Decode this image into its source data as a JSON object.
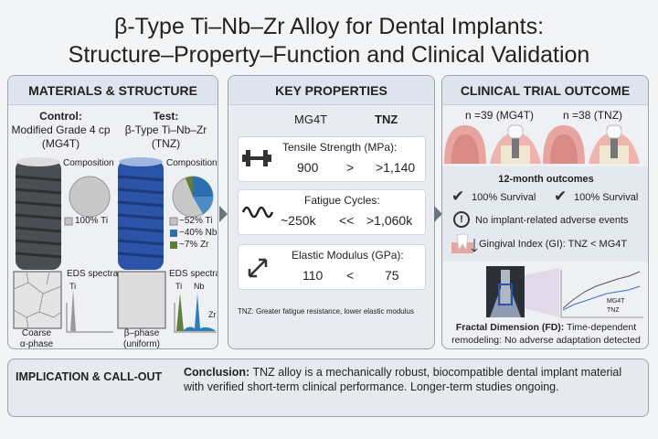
{
  "title": {
    "line1": "β-Type Ti–Nb–Zr Alloy for Dental Implants:",
    "line2": "Structure–Property–Function and Clinical Validation"
  },
  "materials": {
    "header": "MATERIALS & STRUCTURE",
    "control": {
      "label": "Control:",
      "name": "Modified Grade 4 cp",
      "abbr": "(MG4T)",
      "composition_title": "Composition",
      "legend": [
        "100% Ti"
      ],
      "eds_title": "EDS spectra",
      "peaks": [
        "Ti"
      ],
      "phase1": "Coarse",
      "phase2": "α-phase",
      "color": "#555a60"
    },
    "test": {
      "label": "Test:",
      "name": "β-Type Ti–Nb–Zr",
      "abbr": "(TNZ)",
      "composition_title": "Composition",
      "legend": [
        "~52% Ti",
        "~40% Nb",
        "~7% Zr"
      ],
      "eds_title": "EDS spectra",
      "peaks": [
        "Ti",
        "Nb",
        "Zr"
      ],
      "phase1": "β–phase",
      "phase2": "(uniform)",
      "color": "#2b54a8"
    },
    "composition_colors": {
      "Ti": "#c4c4c4",
      "Nb": "#2a6fb0",
      "Zr": "#5d7f3a"
    }
  },
  "properties": {
    "header": "KEY PROPERTIES",
    "col1": "MG4T",
    "col2": "TNZ",
    "items": [
      {
        "label": "Tensile Strength (MPa):",
        "mg4t": "900",
        "op": ">",
        "tnz": ">1,140",
        "icon": "dumbbell-icon"
      },
      {
        "label": "Fatigue Cycles:",
        "mg4t": "~250k",
        "op": "<<",
        "tnz": ">1,060k",
        "icon": "wave-icon"
      },
      {
        "label": "Elastic Modulus (GPa):",
        "mg4t": "110",
        "op": "<",
        "tnz": "75",
        "icon": "double-arrow-icon"
      }
    ],
    "note": "TNZ: Greater fatigue resistance, lower elastic modulus"
  },
  "clinical": {
    "header": "CLINICAL TRIAL OUTCOME",
    "n1": "n =39  (MG4T)",
    "n2": "n =38  (TNZ)",
    "outcomes_title": "12-month outcomes",
    "survival1": "100% Survival",
    "survival2": "100% Survival",
    "adverse": "No implant-related adverse events",
    "gi": "Gingival Index (GI): TNZ < MG4T",
    "legend1": "MG4T",
    "legend2": "TNZ",
    "fd_bold": "Fractal Dimension (FD):",
    "fd_text": " Time-dependent",
    "fd_line2": "remodeling: No adverse adaptation detected"
  },
  "bottom": {
    "label": "IMPLICATION & CALL-OUT",
    "conclusion_bold": "Conclusion:",
    "line1": " TNZ alloy is a mechanically robust, biocompatible dental implant material",
    "line2": "with verified short-term clinical performance. Longer-term studies ongoing."
  }
}
